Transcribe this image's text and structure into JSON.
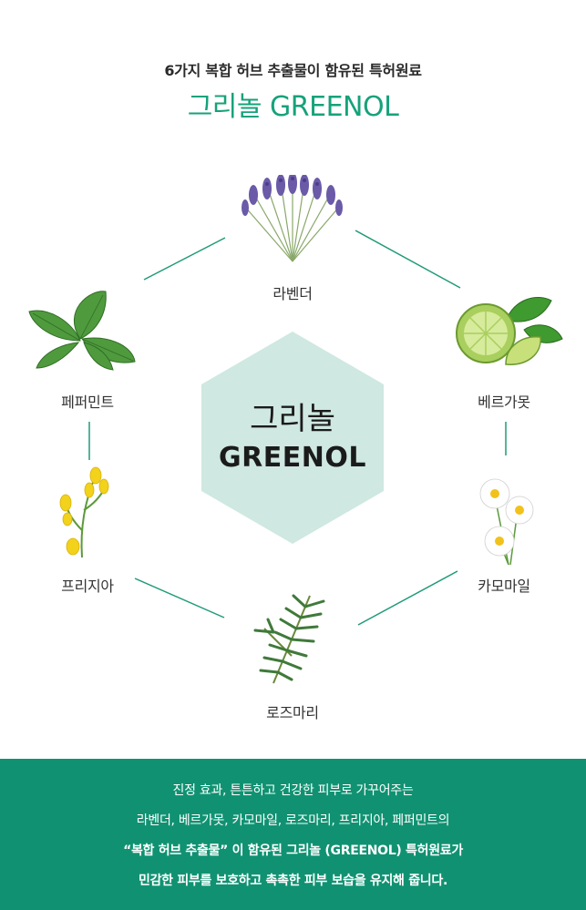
{
  "header": {
    "headline": "6가지 복합 허브 추출물이 함유된 특허원료",
    "brand": "그리놀 GREENOL"
  },
  "center": {
    "name_ko": "그리놀",
    "name_en": "GREENOL"
  },
  "herbs": {
    "lavender": "라벤더",
    "bergamot": "베르가못",
    "chamomile": "카모마일",
    "rosemary": "로즈마리",
    "freesia": "프리지아",
    "peppermint": "페퍼민트"
  },
  "footer": {
    "line1": "진정 효과, 튼튼하고 건강한 피부로 가꾸어주는",
    "line2": "라벤더, 베르가못, 카모마일, 로즈마리, 프리지아, 페퍼민트의",
    "line3": "“복합 허브 추출물” 이 함유된 그리놀 (GREENOL) 특허원료가",
    "line4": "민감한 피부를 보호하고 촉촉한 피부 보습을 유지해 줍니다."
  },
  "colors": {
    "brand_green": "#16a27a",
    "footer_bg": "#109272",
    "hexagon": "#cfe8e1",
    "connector": "#1f9a78"
  }
}
